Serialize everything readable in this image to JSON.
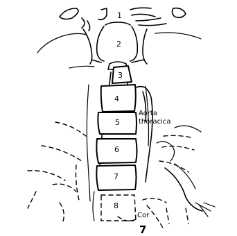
{
  "vertebrae": [
    {
      "label": "1"
    },
    {
      "label": "2"
    },
    {
      "label": "3"
    },
    {
      "label": "4"
    },
    {
      "label": "5"
    },
    {
      "label": "6"
    },
    {
      "label": "7"
    },
    {
      "label": "8"
    }
  ],
  "labels": {
    "aorta_line1": "Aorta",
    "aorta_line2": "thoracica",
    "cor": "Cor"
  },
  "figure_number": "7"
}
